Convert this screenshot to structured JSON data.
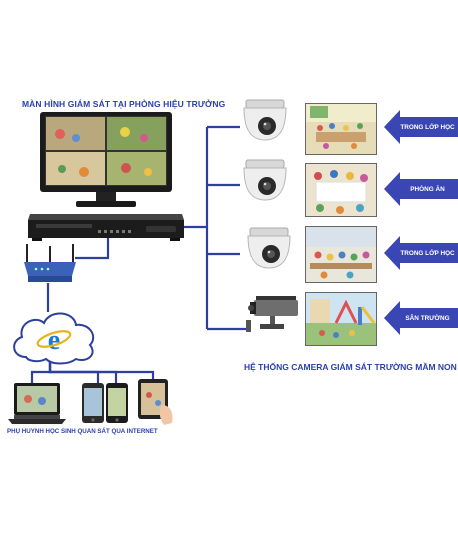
{
  "labels": {
    "monitor_title": "MÀN HÌNH GIÁM SÁT TẠI PHÒNG HIỆU TRƯỞNG",
    "system_title": "HỆ THỐNG CAMERA GIÁM SÁT TRƯỜNG MẦM NON",
    "parents_title": "PHỤ HUYNH HỌC SINH QUAN SÁT QUA INTERNET"
  },
  "locations": [
    {
      "label": "TRONG LỚP HỌC",
      "camera": "dome-camera-icon"
    },
    {
      "label": "PHÒNG ĂN",
      "camera": "dome-camera-icon"
    },
    {
      "label": "TRONG LỚP HỌC",
      "camera": "dome-camera-icon"
    },
    {
      "label": "SÂN TRƯỜNG",
      "camera": "bullet-camera-icon"
    }
  ],
  "colors": {
    "line": "#2e3f9e",
    "arrow": "#3a46b3",
    "label_text": "#2a3fae"
  }
}
